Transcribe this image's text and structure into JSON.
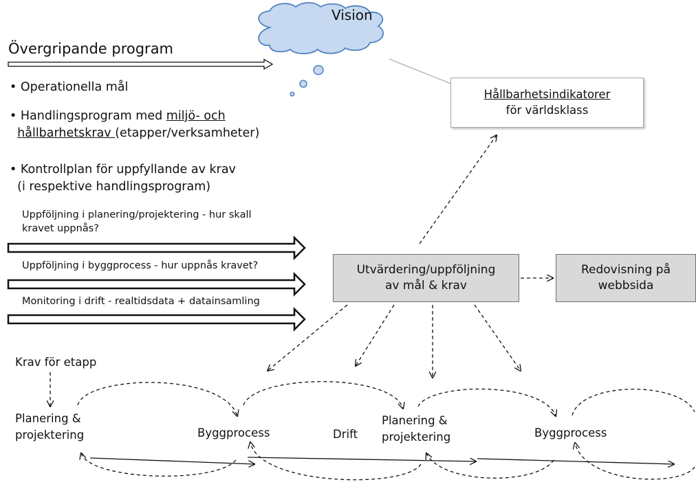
{
  "vision": {
    "label": "Vision"
  },
  "program": {
    "title": "Övergripande program"
  },
  "bullets": {
    "b1": "Operationella mål",
    "b2_line1_pre": "Handlingsprogram med ",
    "b2_line1_u": "miljö- och",
    "b2_line2_u": "hållbarhetskrav ",
    "b2_line2_post": "(etapper/verksamheter)",
    "b3_line1": "Kontrollplan för uppfyllande av krav",
    "b3_line2": "(i respektive handlingsprogram)"
  },
  "followups": {
    "f1_line1": "Uppföljning i planering/projektering - hur skall",
    "f1_line2": "kravet uppnås?",
    "f2": "Uppföljning i byggprocess - hur uppnås kravet?",
    "f3": "Monitoring  i drift - realtidsdata + datainsamling"
  },
  "indicators": {
    "line1": "Hållbarhetsindikatorer",
    "line2": "för världsklass"
  },
  "evaluation": {
    "line1": "Utvärdering/uppföljning",
    "line2": "av  mål  & krav"
  },
  "report": {
    "line1": "Redovisning på",
    "line2": "webbsida"
  },
  "cycle": {
    "krav": "Krav för etapp",
    "plan1_line1": "Planering &",
    "plan1_line2": "projektering",
    "bygg1": "Byggprocess",
    "drift": "Drift",
    "plan2_line1": "Planering &",
    "plan2_line2": "projektering",
    "bygg2": "Byggprocess"
  },
  "colors": {
    "cloud_fill": "#c6d9f1",
    "cloud_stroke": "#4f81bd",
    "box_gray": "#d9d9d9"
  }
}
